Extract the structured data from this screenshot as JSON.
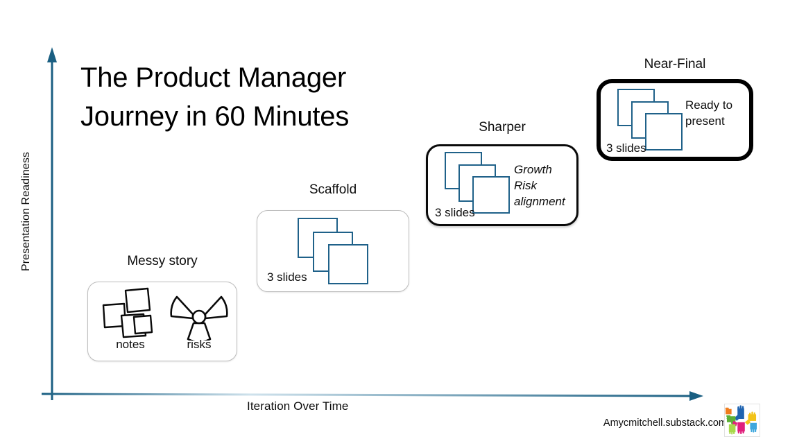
{
  "slide": {
    "title_lines": [
      "The Product Manager",
      "Journey in 60 Minutes"
    ],
    "background": "#ffffff"
  },
  "axes": {
    "y_label": "Presentation Readiness",
    "x_label": "Iteration Over Time",
    "axis_color": "#1a5f82"
  },
  "palette": {
    "slide_outline": "#1f6189",
    "axis": "#1a5f82",
    "text": "#0d0d0d",
    "card_border_light": "#bdbdbd",
    "card_border_dark": "#000000"
  },
  "stages": [
    {
      "id": "messy-story",
      "title": "Messy story",
      "border_weight": "thin",
      "icons": [
        {
          "name": "sticky-notes-icon",
          "caption": "notes"
        },
        {
          "name": "radiation-hazard-icon",
          "caption": "risks"
        }
      ]
    },
    {
      "id": "scaffold",
      "title": "Scaffold",
      "border_weight": "thin",
      "slides_count": "3 slides",
      "side_note_lines": [],
      "side_note_italic": false
    },
    {
      "id": "sharper",
      "title": "Sharper",
      "border_weight": "medium",
      "slides_count": "3 slides",
      "side_note_lines": [
        "Growth",
        "Risk",
        "alignment"
      ],
      "side_note_italic": true
    },
    {
      "id": "near-final",
      "title": "Near-Final",
      "border_weight": "thick",
      "slides_count": "3 slides",
      "side_note_lines": [
        "Ready to",
        "present"
      ],
      "side_note_italic": false
    }
  ],
  "footer": {
    "credit": "Amycmitchell.substack.com",
    "logo_name": "colorful-hands-logo"
  }
}
